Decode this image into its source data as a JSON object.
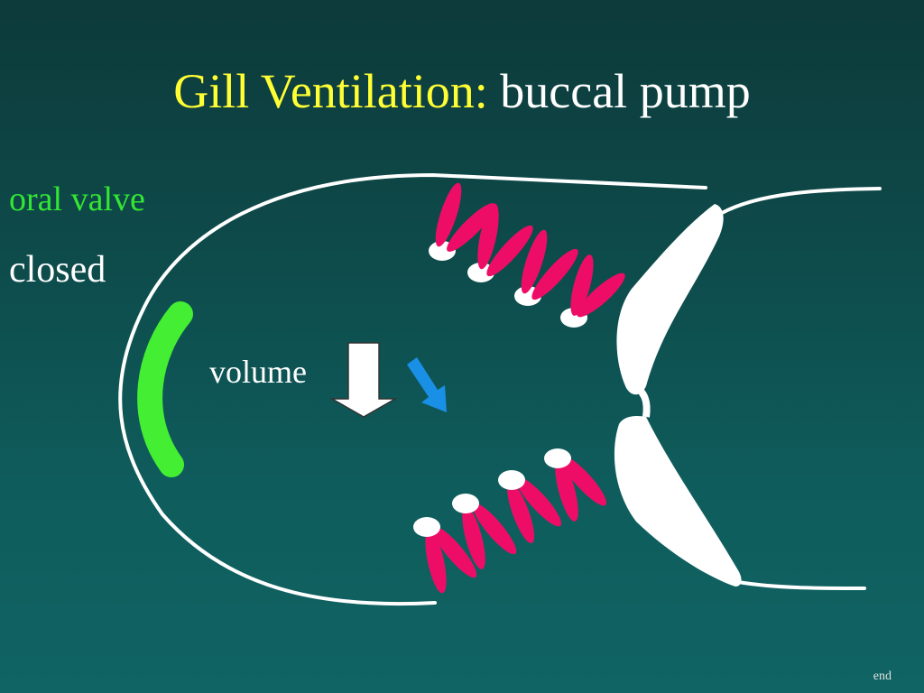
{
  "slide": {
    "title_main": "Gill Ventilation:",
    "title_sub": "buccal pump",
    "valve_label": "oral valve",
    "valve_state": "closed",
    "volume_label": "volume",
    "end_link": "end"
  },
  "colors": {
    "title_yellow": "#ffff33",
    "valve_green": "#44ee33",
    "gill_filament_pink": "#ee0d66",
    "flow_arrow_blue": "#1a8fe6",
    "outline_white": "#ffffff"
  }
}
